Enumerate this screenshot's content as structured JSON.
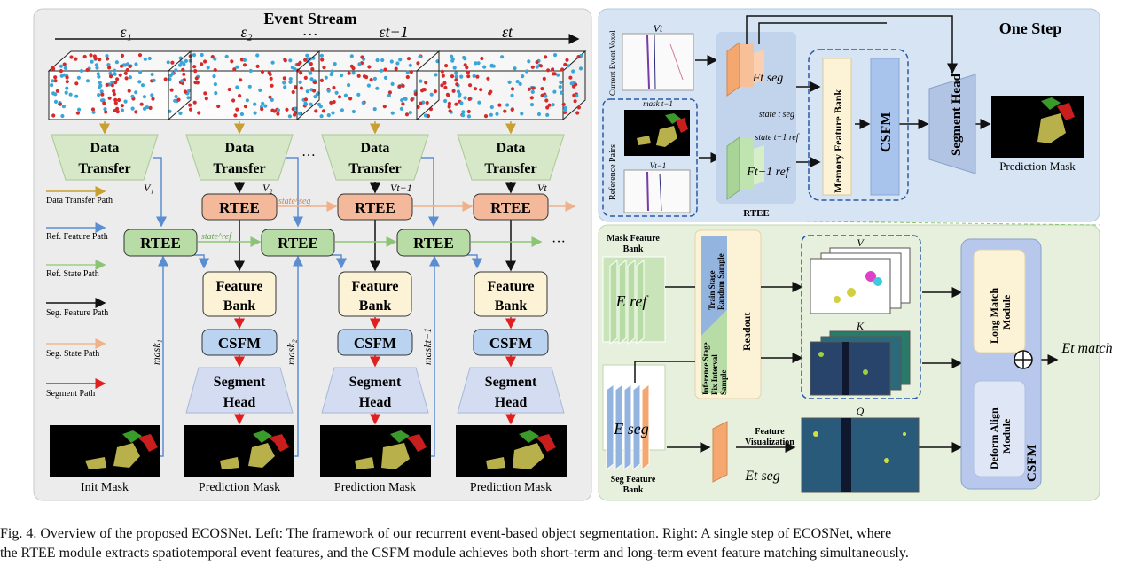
{
  "left": {
    "header": "Event Stream",
    "event_symbols": [
      "ε₁",
      "ε₂",
      "…",
      "εt−1",
      "εt"
    ],
    "data_transfer": [
      "Data",
      "Transfer"
    ],
    "rtee": "RTEE",
    "feature_bank": [
      "Feature",
      "Bank"
    ],
    "csfm": "CSFM",
    "segment_head": [
      "Segment",
      "Head"
    ],
    "voxel_labels": [
      "V₁",
      "V₂",
      "Vt−1",
      "Vt"
    ],
    "mask_labels": [
      "mask₁",
      "mask₂",
      "maskt−1"
    ],
    "state_seg": "state^seg",
    "state_ref": "state^ref",
    "ellipsis": "…",
    "ellipsis_right": "···",
    "bottom_labels": [
      "Init Mask",
      "Prediction Mask",
      "Prediction Mask",
      "Prediction Mask"
    ],
    "legend": [
      {
        "label": "Data Transfer Path",
        "color": "#c8a030"
      },
      {
        "label": "Ref. Feature Path",
        "color": "#5b8ed0"
      },
      {
        "label": "Ref. State Path",
        "color": "#9bcf84"
      },
      {
        "label": "Seg. Feature Path",
        "color": "#111111"
      },
      {
        "label": "Seg. State Path",
        "color": "#f0b890"
      },
      {
        "label": "Segment Path",
        "color": "#e02020"
      }
    ]
  },
  "one_step": {
    "title": "One Step",
    "current_event_voxel": "Current Event Voxel",
    "reference_pairs": "Reference Pairs",
    "vt": "Vt",
    "mask_tm1": "mask t−1",
    "v_tm1": "Vt−1",
    "f_seg": "Ft seg",
    "state_seg": "state t seg",
    "f_ref": "Ft−1 ref",
    "state_ref": "state t−1 ref",
    "rtee": "RTEE",
    "memory_feature_bank": "Memory Feature Bank",
    "csfm": "CSFM",
    "segment_head": "Segment Head",
    "prediction_mask": "Prediction Mask"
  },
  "csfm_detail": {
    "mask_feature_bank": [
      "Mask Feature",
      "Bank"
    ],
    "e_ref": "E ref",
    "train_stage": [
      "Train Stage",
      "Random Sample"
    ],
    "inference_stage": [
      "Inference Stage",
      "Fix Interval",
      "Sample"
    ],
    "readout": "Readout",
    "v": "V",
    "k": "K",
    "q": "Q",
    "e_seg": "E seg",
    "seg_feature_bank": [
      "Seg Feature",
      "Bank"
    ],
    "feature_visualization": [
      "Feature",
      "Visualization"
    ],
    "e_t_seg": "Et seg",
    "long_match": [
      "Long Match",
      "Module"
    ],
    "deform_align": [
      "Deform Align",
      "Module"
    ],
    "csfm": "CSFM",
    "e_match": "Et match"
  },
  "caption": {
    "line1": "Fig. 4.    Overview of the proposed ECOSNet. Left: The framework of our recurrent event-based object segmentation. Right: A single step of ECOSNet, where",
    "line2": "the RTEE module extracts spatiotemporal event features, and the CSFM module achieves both short-term and long-term event feature matching simultaneously."
  }
}
